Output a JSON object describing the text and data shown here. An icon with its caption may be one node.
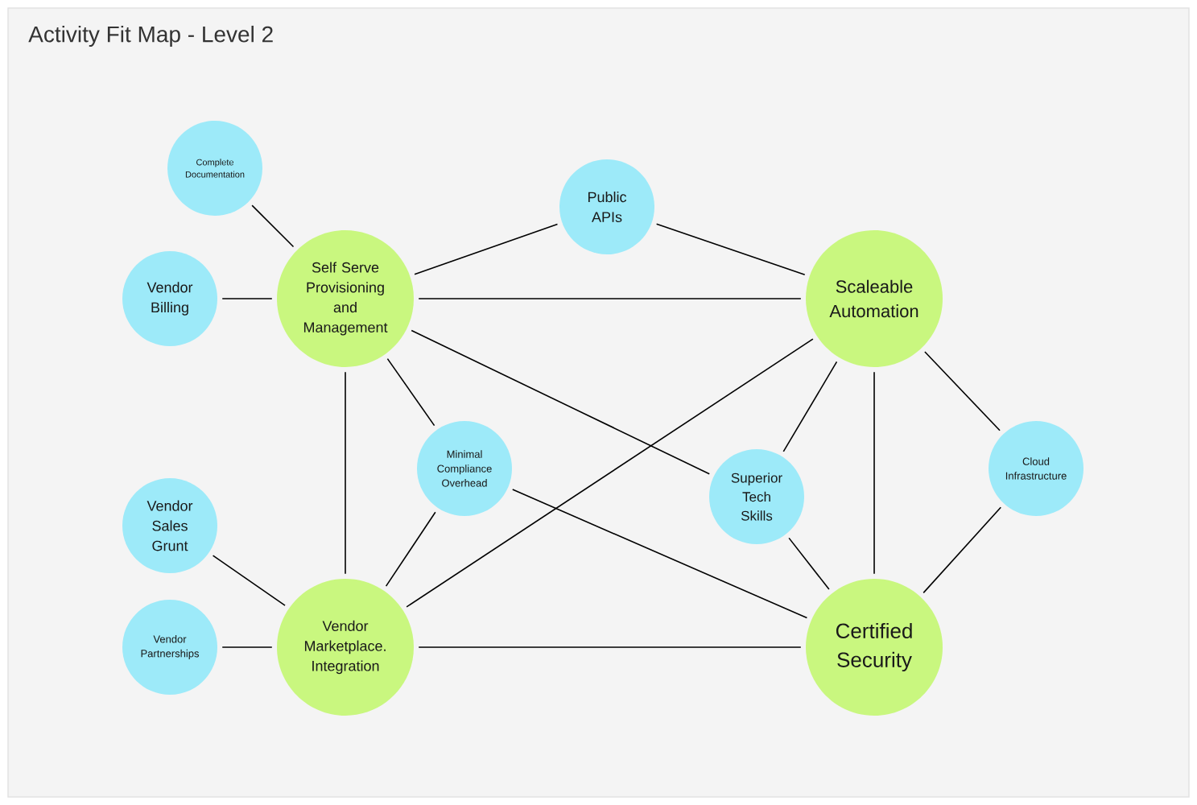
{
  "diagram": {
    "title": "Activity Fit Map - Level 2",
    "nodes": [
      {
        "text": [
          "Complete Documentation"
        ]
      },
      {
        "text": [
          "Public APIs"
        ]
      },
      {
        "text": [
          "Vendor Billing"
        ]
      },
      {
        "text": [
          "Self Serve Provisioning and Management"
        ]
      },
      {
        "text": [
          "Scaleable Automation"
        ]
      },
      {
        "text": [
          "Minimal Compliance Overhead"
        ]
      },
      {
        "text": [
          "Superior Tech Skills"
        ]
      },
      {
        "text": [
          "Cloud Infrastructure"
        ]
      },
      {
        "text": [
          "Vendor Sales Grunt"
        ]
      },
      {
        "text": [
          "Vendor Partnerships"
        ]
      },
      {
        "text": [
          "Vendor Marketplace. Integration"
        ]
      },
      {
        "text": [
          "Certified Security"
        ]
      }
    ],
    "edges": [
      {
        "from": 0,
        "to": 3,
        "arrow": "none"
      },
      {
        "from": 3,
        "to": 1,
        "arrow": "none"
      },
      {
        "from": 1,
        "to": 4,
        "arrow": "none"
      },
      {
        "from": 2,
        "to": 3,
        "arrow": "none"
      },
      {
        "from": 3,
        "to": 4,
        "arrow": "none"
      },
      {
        "from": 3,
        "to": 5,
        "arrow": "none"
      },
      {
        "from": 3,
        "to": 6,
        "arrow": "none"
      },
      {
        "from": 3,
        "to": 10,
        "arrow": "none"
      },
      {
        "from": 4,
        "to": 10,
        "arrow": "none"
      },
      {
        "from": 4,
        "to": 6,
        "arrow": "none"
      },
      {
        "from": 4,
        "to": 11,
        "arrow": "none"
      },
      {
        "from": 4,
        "to": 7,
        "arrow": "none"
      },
      {
        "from": 5,
        "to": 10,
        "arrow": "none"
      },
      {
        "from": 5,
        "to": 11,
        "arrow": "none"
      },
      {
        "from": 6,
        "to": 11,
        "arrow": "none"
      },
      {
        "from": 7,
        "to": 11,
        "arrow": "none"
      },
      {
        "from": 8,
        "to": 10,
        "arrow": "none"
      },
      {
        "from": 9,
        "to": 10,
        "arrow": "none"
      },
      {
        "from": 10,
        "to": 11,
        "arrow": "none"
      }
    ]
  }
}
